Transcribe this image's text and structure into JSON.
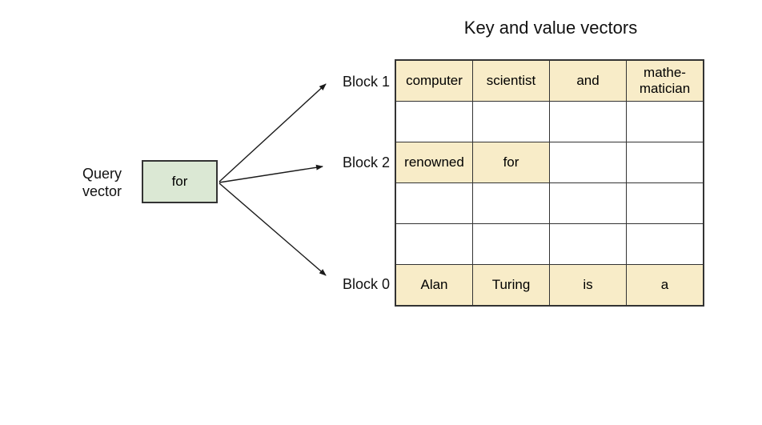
{
  "title": "Key and value vectors",
  "query": {
    "label_line1": "Query",
    "label_line2": "vector",
    "box_text": "for"
  },
  "blocks": [
    {
      "label": "Block 1",
      "points_to_row": 0
    },
    {
      "label": "Block 2",
      "points_to_row": 2
    },
    {
      "label": "Block 0",
      "points_to_row": 5
    }
  ],
  "table": {
    "columns": 4,
    "rows": [
      {
        "cells": [
          "computer",
          "scientist",
          "and",
          "mathe-matician"
        ]
      },
      {
        "cells": [
          "",
          "",
          "",
          ""
        ]
      },
      {
        "cells": [
          "renowned",
          "for",
          "",
          ""
        ]
      },
      {
        "cells": [
          "",
          "",
          "",
          ""
        ]
      },
      {
        "cells": [
          "",
          "",
          "",
          ""
        ]
      },
      {
        "cells": [
          "Alan",
          "Turing",
          "is",
          "a"
        ]
      }
    ]
  },
  "colors": {
    "highlight": "#f8ecc8",
    "query_box": "#dbe8d4",
    "border": "#333333",
    "arrow": "#1a1a1a"
  }
}
